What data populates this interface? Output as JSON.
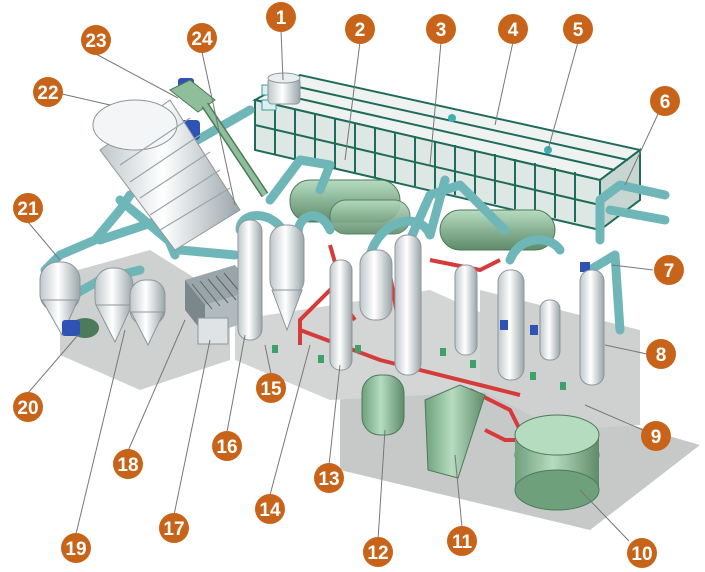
{
  "callouts": [
    {
      "id": "1",
      "label": "1"
    },
    {
      "id": "2",
      "label": "2"
    },
    {
      "id": "3",
      "label": "3"
    },
    {
      "id": "4",
      "label": "4"
    },
    {
      "id": "5",
      "label": "5"
    },
    {
      "id": "6",
      "label": "6"
    },
    {
      "id": "7",
      "label": "7"
    },
    {
      "id": "8",
      "label": "8"
    },
    {
      "id": "9",
      "label": "9"
    },
    {
      "id": "10",
      "label": "10"
    },
    {
      "id": "11",
      "label": "11"
    },
    {
      "id": "12",
      "label": "12"
    },
    {
      "id": "13",
      "label": "13"
    },
    {
      "id": "14",
      "label": "14"
    },
    {
      "id": "15",
      "label": "15"
    },
    {
      "id": "16",
      "label": "16"
    },
    {
      "id": "17",
      "label": "17"
    },
    {
      "id": "18",
      "label": "18"
    },
    {
      "id": "19",
      "label": "19"
    },
    {
      "id": "20",
      "label": "20"
    },
    {
      "id": "21",
      "label": "21"
    },
    {
      "id": "22",
      "label": "22"
    },
    {
      "id": "23",
      "label": "23"
    },
    {
      "id": "24",
      "label": "24"
    }
  ],
  "colors": {
    "callout": "#c8641a",
    "pipe": "#6fb6b8",
    "cooling_frame": "#1f6b5a",
    "steam_pipe": "#d63b3b",
    "tank": "#8fbf9a",
    "vessel": "#e3e8ea",
    "platform": "#c7c9c9",
    "motor": "#2f52b5"
  }
}
